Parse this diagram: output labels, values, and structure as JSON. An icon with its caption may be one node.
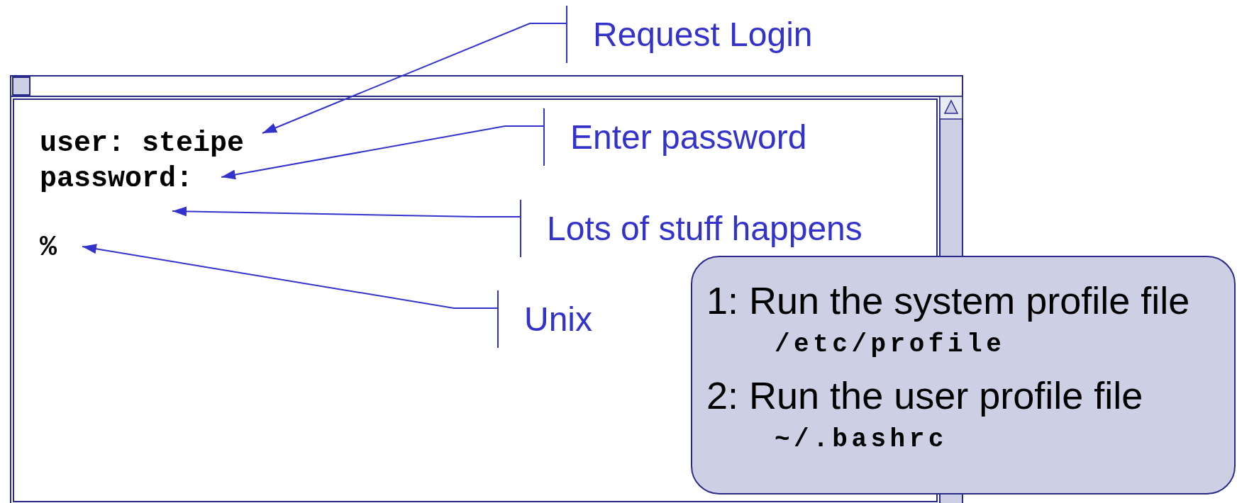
{
  "diagram": {
    "nodes": [
      {
        "text": [],
        "shape": "box"
      },
      {
        "text": [
          "user: steipe"
        ],
        "in": 0
      },
      {
        "text": [
          "password:"
        ],
        "in": 0
      },
      {
        "text": [
          "%"
        ],
        "in": 0
      },
      {
        "text": [
          "Request Login"
        ]
      },
      {
        "text": [
          "Enter password"
        ],
        "in": 0
      },
      {
        "text": [
          "Lots of stuff happens"
        ],
        "in": 0
      },
      {
        "text": [
          "Unix"
        ],
        "in": 0
      },
      {
        "text": [
          "1: Run the system profile file",
          "/etc/profile",
          "2: Run the user profile file",
          "~/.bashrc"
        ]
      }
    ],
    "edges": [
      {
        "from": 4,
        "to": 1,
        "arrow": "to"
      },
      {
        "from": 5,
        "to": 2,
        "arrow": "to"
      },
      {
        "from": 6,
        "to": 2,
        "arrow": "to"
      },
      {
        "from": 7,
        "to": 3,
        "arrow": "to"
      }
    ]
  }
}
